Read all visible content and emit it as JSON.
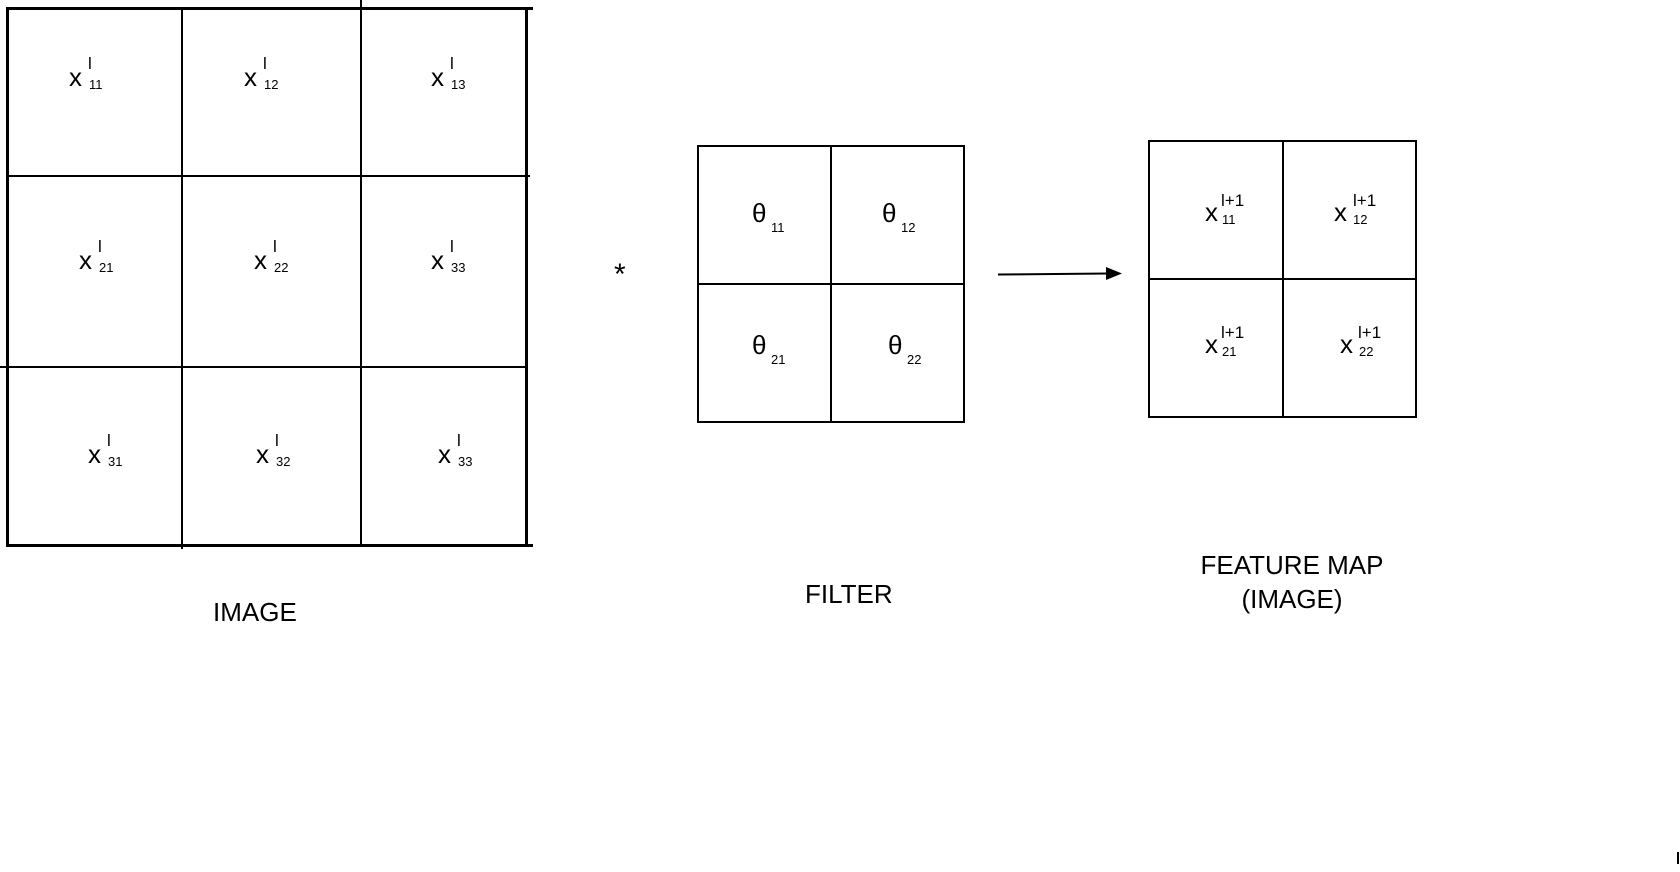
{
  "image_grid": {
    "caption": "IMAGE",
    "cells": [
      {
        "var": "x",
        "sup": "l",
        "sub": "11"
      },
      {
        "var": "x",
        "sup": "l",
        "sub": "12"
      },
      {
        "var": "x",
        "sup": "l",
        "sub": "13"
      },
      {
        "var": "x",
        "sup": "l",
        "sub": "21"
      },
      {
        "var": "x",
        "sup": "l",
        "sub": "22"
      },
      {
        "var": "x",
        "sup": "l",
        "sub": "33"
      },
      {
        "var": "x",
        "sup": "l",
        "sub": "31"
      },
      {
        "var": "x",
        "sup": "l",
        "sub": "32"
      },
      {
        "var": "x",
        "sup": "l",
        "sub": "33"
      }
    ]
  },
  "operator": "*",
  "filter_grid": {
    "caption": "FILTER",
    "cells": [
      {
        "var": "θ",
        "sup": "",
        "sub": "11"
      },
      {
        "var": "θ",
        "sup": "",
        "sub": "12"
      },
      {
        "var": "θ",
        "sup": "",
        "sub": "21"
      },
      {
        "var": "θ",
        "sup": "",
        "sub": "22"
      }
    ]
  },
  "feature_map_grid": {
    "caption_line1": "FEATURE MAP",
    "caption_line2": "(IMAGE)",
    "cells": [
      {
        "var": "x",
        "sup": "l+1",
        "sub": "11"
      },
      {
        "var": "x",
        "sup": "l+1",
        "sub": "12"
      },
      {
        "var": "x",
        "sup": "l+1",
        "sub": "21"
      },
      {
        "var": "x",
        "sup": "l+1",
        "sub": "22"
      }
    ]
  },
  "arrow_icon": "right-arrow-icon"
}
